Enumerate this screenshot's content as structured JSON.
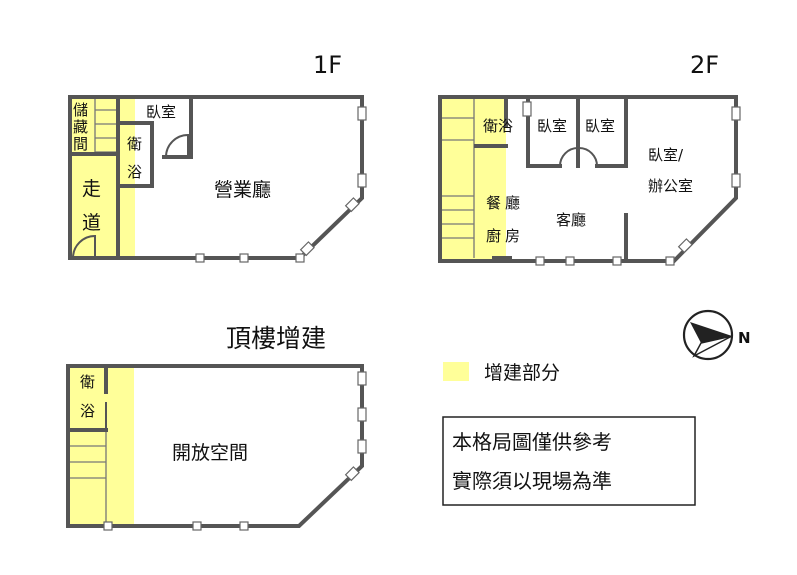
{
  "floors": {
    "f1": {
      "title": "1F",
      "rooms": {
        "storage_1": "儲",
        "storage_2": "藏",
        "storage_3": "間",
        "bedroom": "臥室",
        "bath_1": "衛",
        "bath_2": "浴",
        "hall_1": "走",
        "hall_2": "道",
        "business_hall": "營業廳"
      }
    },
    "f2": {
      "title": "2F",
      "rooms": {
        "bath": "衛浴",
        "bedroom_a": "臥室",
        "bedroom_b": "臥室",
        "office_1": "臥室/",
        "office_2": "辦公室",
        "dining_1": "餐",
        "dining_2": "廚",
        "dining_3": "廳",
        "dining_4": "房",
        "living": "客廳"
      }
    },
    "roof": {
      "title": "頂樓增建",
      "rooms": {
        "bath_1": "衛",
        "bath_2": "浴",
        "open_space": "開放空間"
      }
    }
  },
  "compass": {
    "label": "N"
  },
  "legend": {
    "label": "增建部分",
    "color": "#ffff99"
  },
  "note": {
    "line1": "本格局圖僅供參考",
    "line2": "實際須以現場為準"
  },
  "colors": {
    "addition": "#ffff99",
    "wall": "#555555"
  }
}
